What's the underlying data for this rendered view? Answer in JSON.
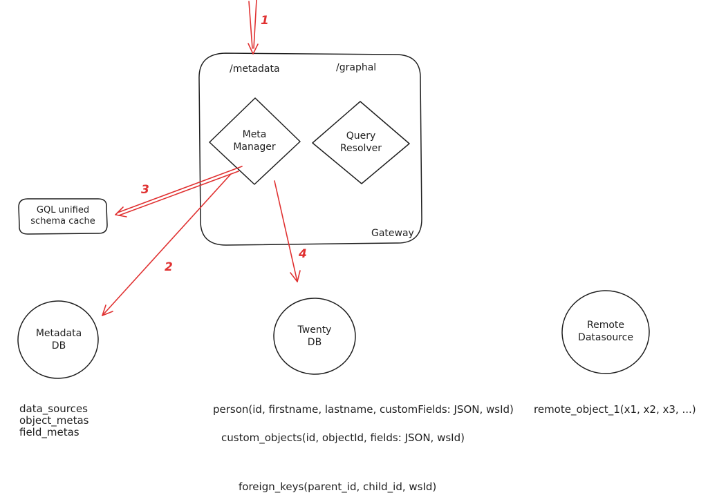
{
  "diagram": {
    "gateway": {
      "label": "Gateway",
      "endpoint_metadata": "/metadata",
      "endpoint_graphql": "/graphal",
      "meta_manager": "Meta\nManager",
      "query_resolver": "Query\nResolver"
    },
    "cache": {
      "label": "GQL unified\nschema cache"
    },
    "databases": {
      "metadata_db": "Metadata\nDB",
      "twenty_db": "Twenty\nDB",
      "remote_datasource": "Remote\nDatasource"
    },
    "arrows": {
      "a1": "1",
      "a2": "2",
      "a3": "3",
      "a4": "4"
    },
    "notes": {
      "metadata_tables": "data_sources\nobject_metas\nfield_metas",
      "person": "person(id, firstname, lastname, customFields: JSON, wsId)",
      "custom_objects": "custom_objects(id, objectId, fields: JSON, wsId)",
      "foreign_keys": "foreign_keys(parent_id, child_id, wsId)",
      "remote_object": "remote_object_1(x1, x2, x3, ...)"
    },
    "colors": {
      "stroke": "#1e1e1e",
      "arrow": "#e03131",
      "background": "#ffffff"
    }
  }
}
